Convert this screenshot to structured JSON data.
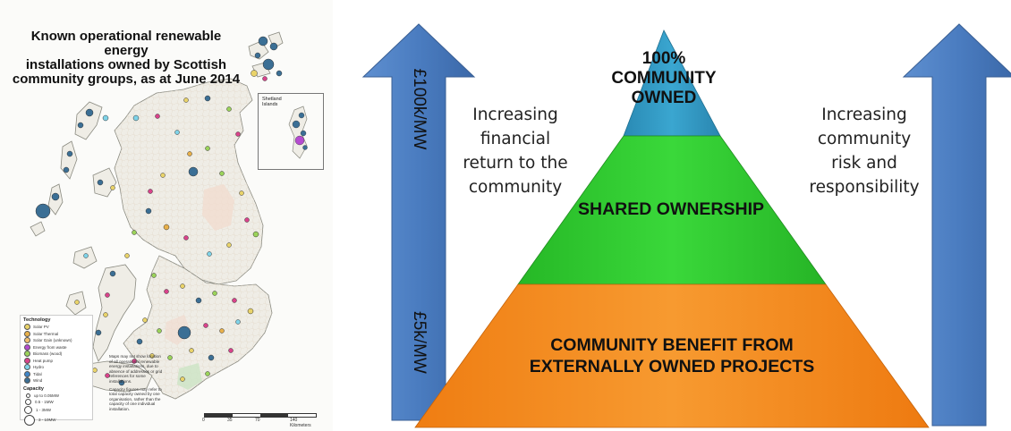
{
  "map": {
    "title_lines": [
      "Known operational renewable energy",
      "installations owned by Scottish",
      "community groups, as at June 2014"
    ],
    "inset_label_lines": [
      "Shetland",
      "Islands"
    ],
    "legend": {
      "technology_heading": "Technology",
      "technologies": [
        {
          "label": "Solar PV",
          "color": "#e9d36a"
        },
        {
          "label": "Solar Thermal",
          "color": "#e8b04a"
        },
        {
          "label": "Solar Gain (unknown)",
          "color": "#f0c070"
        },
        {
          "label": "Energy from waste",
          "color": "#b54bd0"
        },
        {
          "label": "Biomass (wood)",
          "color": "#9bd35a"
        },
        {
          "label": "Heat pump",
          "color": "#d9438b"
        },
        {
          "label": "Hydro",
          "color": "#7fd3e8"
        },
        {
          "label": "Tidal",
          "color": "#3f86c8"
        },
        {
          "label": "Wind",
          "color": "#3b6f95"
        }
      ],
      "capacity_heading": "Capacity",
      "capacities": [
        "up to 0.05MW",
        "0.5 - 1MW",
        "1 - 3MW",
        "3 - 10MW"
      ]
    },
    "notes": [
      "Maps may not show location of all operational renewable energy installations, due to absence of addresses or grid references for some installations.",
      "Capacity figures may refer to total capacity owned by one organisation, rather than the capacity of one individual installation."
    ],
    "scale": {
      "ticks": [
        "0",
        "35",
        "70"
      ],
      "end_label": "140 Kilometers"
    }
  },
  "diagram": {
    "left_arrow": {
      "top_label": "£100k/MW",
      "bottom_label": "£5k/MW",
      "color": "#4a7cc0"
    },
    "right_arrow": {
      "color": "#4a7cc0"
    },
    "left_text_lines": [
      "Increasing",
      "financial",
      "return to the",
      "community"
    ],
    "right_text_lines": [
      "Increasing",
      "community",
      "risk and",
      "responsibility"
    ],
    "tiers": [
      {
        "label_lines": [
          "100%",
          "COMMUNITY",
          "OWNED"
        ],
        "color": "#2e97c2"
      },
      {
        "label_lines": [
          "SHARED OWNERSHIP"
        ],
        "color": "#33cc33"
      },
      {
        "label_lines": [
          "COMMUNITY BENEFIT FROM",
          "EXTERNALLY OWNED PROJECTS"
        ],
        "color": "#f58a1f"
      }
    ]
  }
}
